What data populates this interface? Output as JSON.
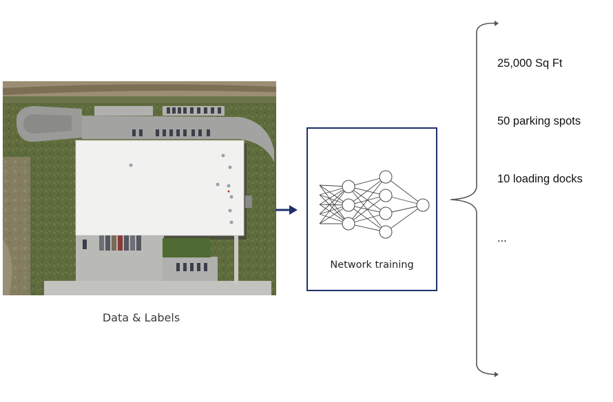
{
  "input": {
    "caption": "Data & Labels",
    "image_description_icon": "aerial-warehouse-photo"
  },
  "arrow_icon": "right-arrow-icon",
  "network": {
    "label": "Network training",
    "icon": "neural-network-icon"
  },
  "outputs": {
    "items": [
      "25,000 Sq Ft",
      "50 parking spots",
      "10 loading docks",
      "..."
    ]
  },
  "colors": {
    "network_border": "#1f2f6b",
    "arrow": "#1f2f6b",
    "brace": "#555555"
  }
}
